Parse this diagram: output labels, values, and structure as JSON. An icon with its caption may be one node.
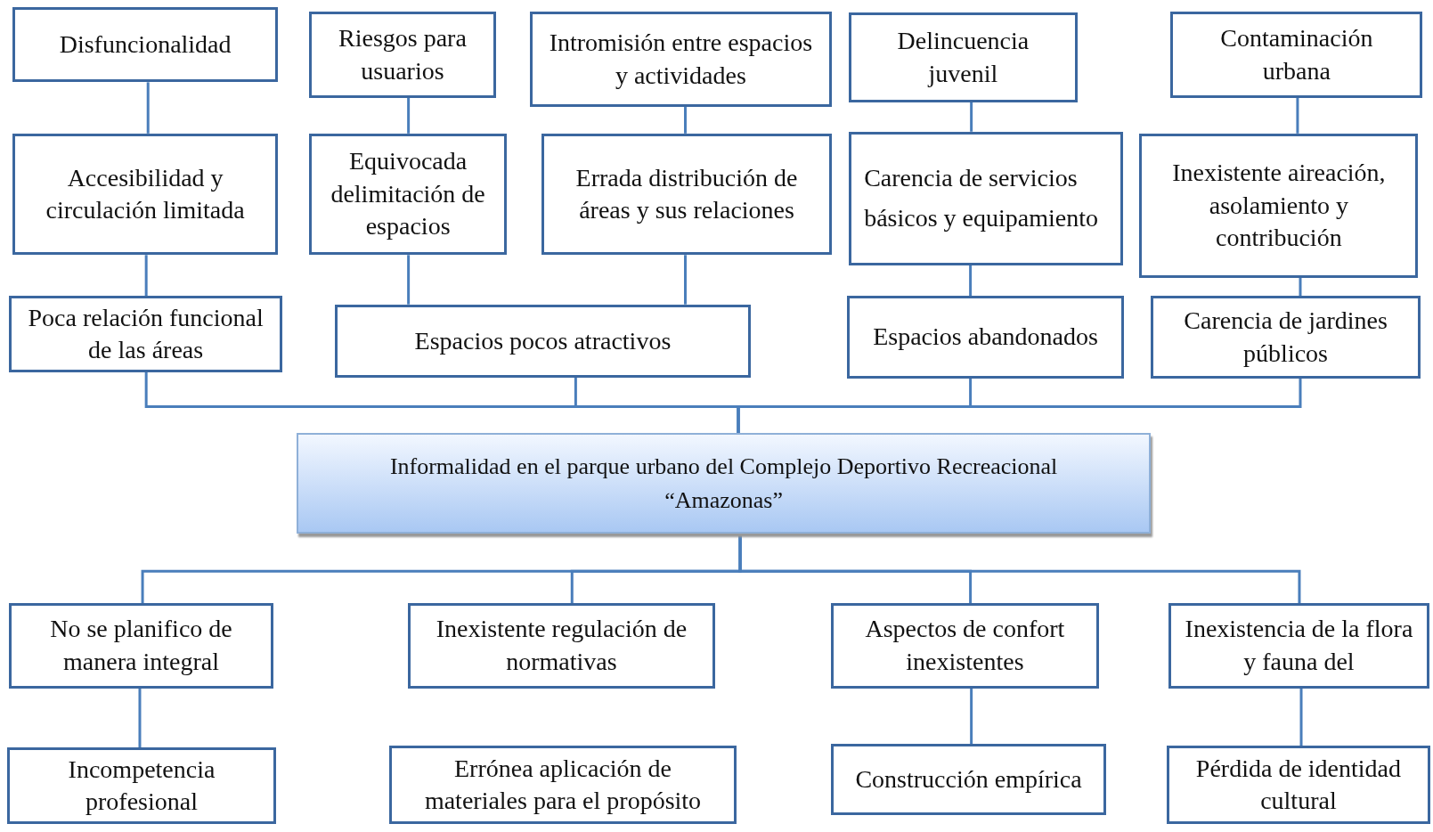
{
  "diagram": {
    "nodes": [
      {
        "text": [
          "Disfuncionalidad"
        ]
      },
      {
        "text": [
          "Riesgos para usuarios"
        ]
      },
      {
        "text": [
          "Intromisión entre espacios y actividades"
        ]
      },
      {
        "text": [
          "Delincuencia juvenil"
        ]
      },
      {
        "text": [
          "Contaminación urbana"
        ]
      },
      {
        "text": [
          "Accesibilidad y circulación limitada"
        ]
      },
      {
        "text": [
          "Equivocada delimitación de espacios"
        ]
      },
      {
        "text": [
          "Errada distribución de áreas y sus relaciones"
        ]
      },
      {
        "text": [
          "Carencia de servicios básicos y equipamiento"
        ]
      },
      {
        "text": [
          "Inexistente aireación, asolamiento y contribución"
        ]
      },
      {
        "text": [
          "Poca relación funcional de las áreas"
        ]
      },
      {
        "text": [
          "Espacios pocos atractivos"
        ]
      },
      {
        "text": [
          "Espacios abandonados"
        ]
      },
      {
        "text": [
          "Carencia de jardines públicos"
        ]
      },
      {
        "text": [
          "Informalidad en el parque urbano del Complejo Deportivo Recreacional “Amazonas”"
        ]
      },
      {
        "text": [
          "No se planifico de manera integral"
        ]
      },
      {
        "text": [
          "Inexistente regulación de normativas"
        ]
      },
      {
        "text": [
          "Aspectos de confort inexistentes"
        ]
      },
      {
        "text": [
          "Inexistencia de la flora y fauna del"
        ]
      },
      {
        "text": [
          "Incompetencia profesional"
        ]
      },
      {
        "text": [
          "Errónea aplicación de materiales para el propósito"
        ]
      },
      {
        "text": [
          "Construcción empírica"
        ]
      },
      {
        "text": [
          "Pérdida de identidad cultural"
        ]
      }
    ],
    "edges": [
      {
        "from": 0,
        "to": 5,
        "arrow": "none"
      },
      {
        "from": 1,
        "to": 6,
        "arrow": "none"
      },
      {
        "from": 2,
        "to": 7,
        "arrow": "none"
      },
      {
        "from": 3,
        "to": 8,
        "arrow": "none"
      },
      {
        "from": 4,
        "to": 9,
        "arrow": "none"
      },
      {
        "from": 5,
        "to": 10,
        "arrow": "none"
      },
      {
        "from": 6,
        "to": 11,
        "arrow": "none"
      },
      {
        "from": 7,
        "to": 11,
        "arrow": "none"
      },
      {
        "from": 8,
        "to": 12,
        "arrow": "none"
      },
      {
        "from": 9,
        "to": 13,
        "arrow": "none"
      },
      {
        "from": 10,
        "to": 14,
        "arrow": "none"
      },
      {
        "from": 11,
        "to": 14,
        "arrow": "none"
      },
      {
        "from": 12,
        "to": 14,
        "arrow": "none"
      },
      {
        "from": 13,
        "to": 14,
        "arrow": "none"
      },
      {
        "from": 14,
        "to": 15,
        "arrow": "none"
      },
      {
        "from": 14,
        "to": 16,
        "arrow": "none"
      },
      {
        "from": 14,
        "to": 17,
        "arrow": "none"
      },
      {
        "from": 14,
        "to": 18,
        "arrow": "none"
      },
      {
        "from": 15,
        "to": 19,
        "arrow": "none"
      },
      {
        "from": 17,
        "to": 21,
        "arrow": "none"
      },
      {
        "from": 18,
        "to": 22,
        "arrow": "none"
      }
    ]
  }
}
